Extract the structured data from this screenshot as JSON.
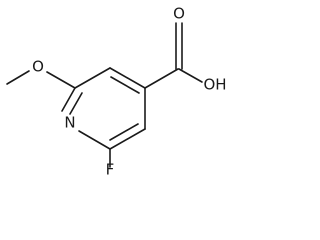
{
  "molecule": {
    "atoms": {
      "nitrogen": "N",
      "fluorine": "F",
      "methoxy_oxygen": "O",
      "carbonyl_oxygen": "O",
      "hydroxyl": "OH"
    }
  },
  "colors": {
    "bond": "#1a1a1a",
    "text": "#1a1a1a",
    "background": "#ffffff"
  }
}
